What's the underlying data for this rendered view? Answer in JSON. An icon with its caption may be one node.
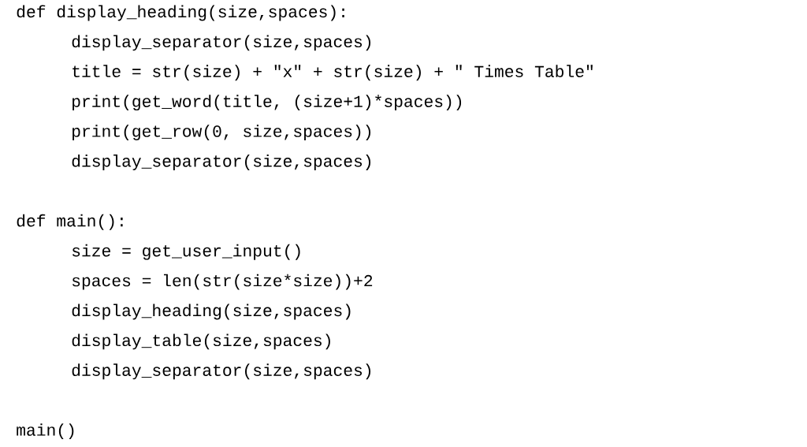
{
  "diagram": {
    "labels": [
      "def display_heading(size,spaces):",
      "display_separator(size,spaces)",
      "title = str(size) + \"x\" + str(size) + \" Times Table\"",
      "print(get_word(title, (size+1)*spaces))",
      "print(get_row(0, size,spaces))",
      "display_separator(size,spaces)",
      "def main():",
      "size = get_user_input()",
      "spaces = len(str(size*size))+2",
      "display_heading(size,spaces)",
      "display_table(size,spaces)",
      "display_separator(size,spaces)",
      "main()"
    ]
  }
}
